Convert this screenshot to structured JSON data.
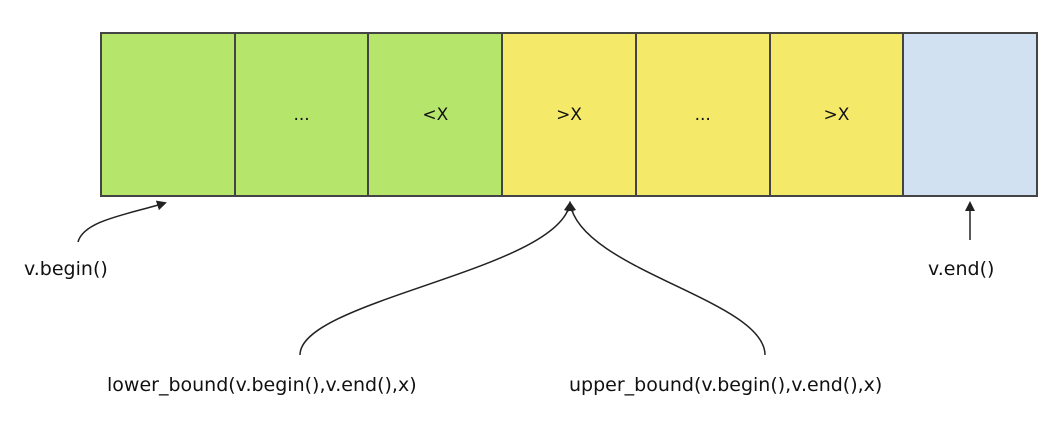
{
  "cells": [
    {
      "text": "",
      "color": "#b5e66b"
    },
    {
      "text": "...",
      "color": "#b5e66b"
    },
    {
      "text": "<X",
      "color": "#b5e66b"
    },
    {
      "text": ">X",
      "color": "#f5e96a"
    },
    {
      "text": "...",
      "color": "#f5e96a"
    },
    {
      "text": ">X",
      "color": "#f5e96a"
    },
    {
      "text": "",
      "color": "#d2e1f1"
    }
  ],
  "labels": {
    "begin": "v.begin()",
    "end": "v.end()",
    "lower_bound": "lower_bound(v.begin(),v.end(),x)",
    "upper_bound": "upper_bound(v.begin(),v.end(),x)"
  },
  "colors": {
    "green": "#b5e66b",
    "yellow": "#f5e96a",
    "blue": "#d2e1f1",
    "stroke": "#444444"
  }
}
